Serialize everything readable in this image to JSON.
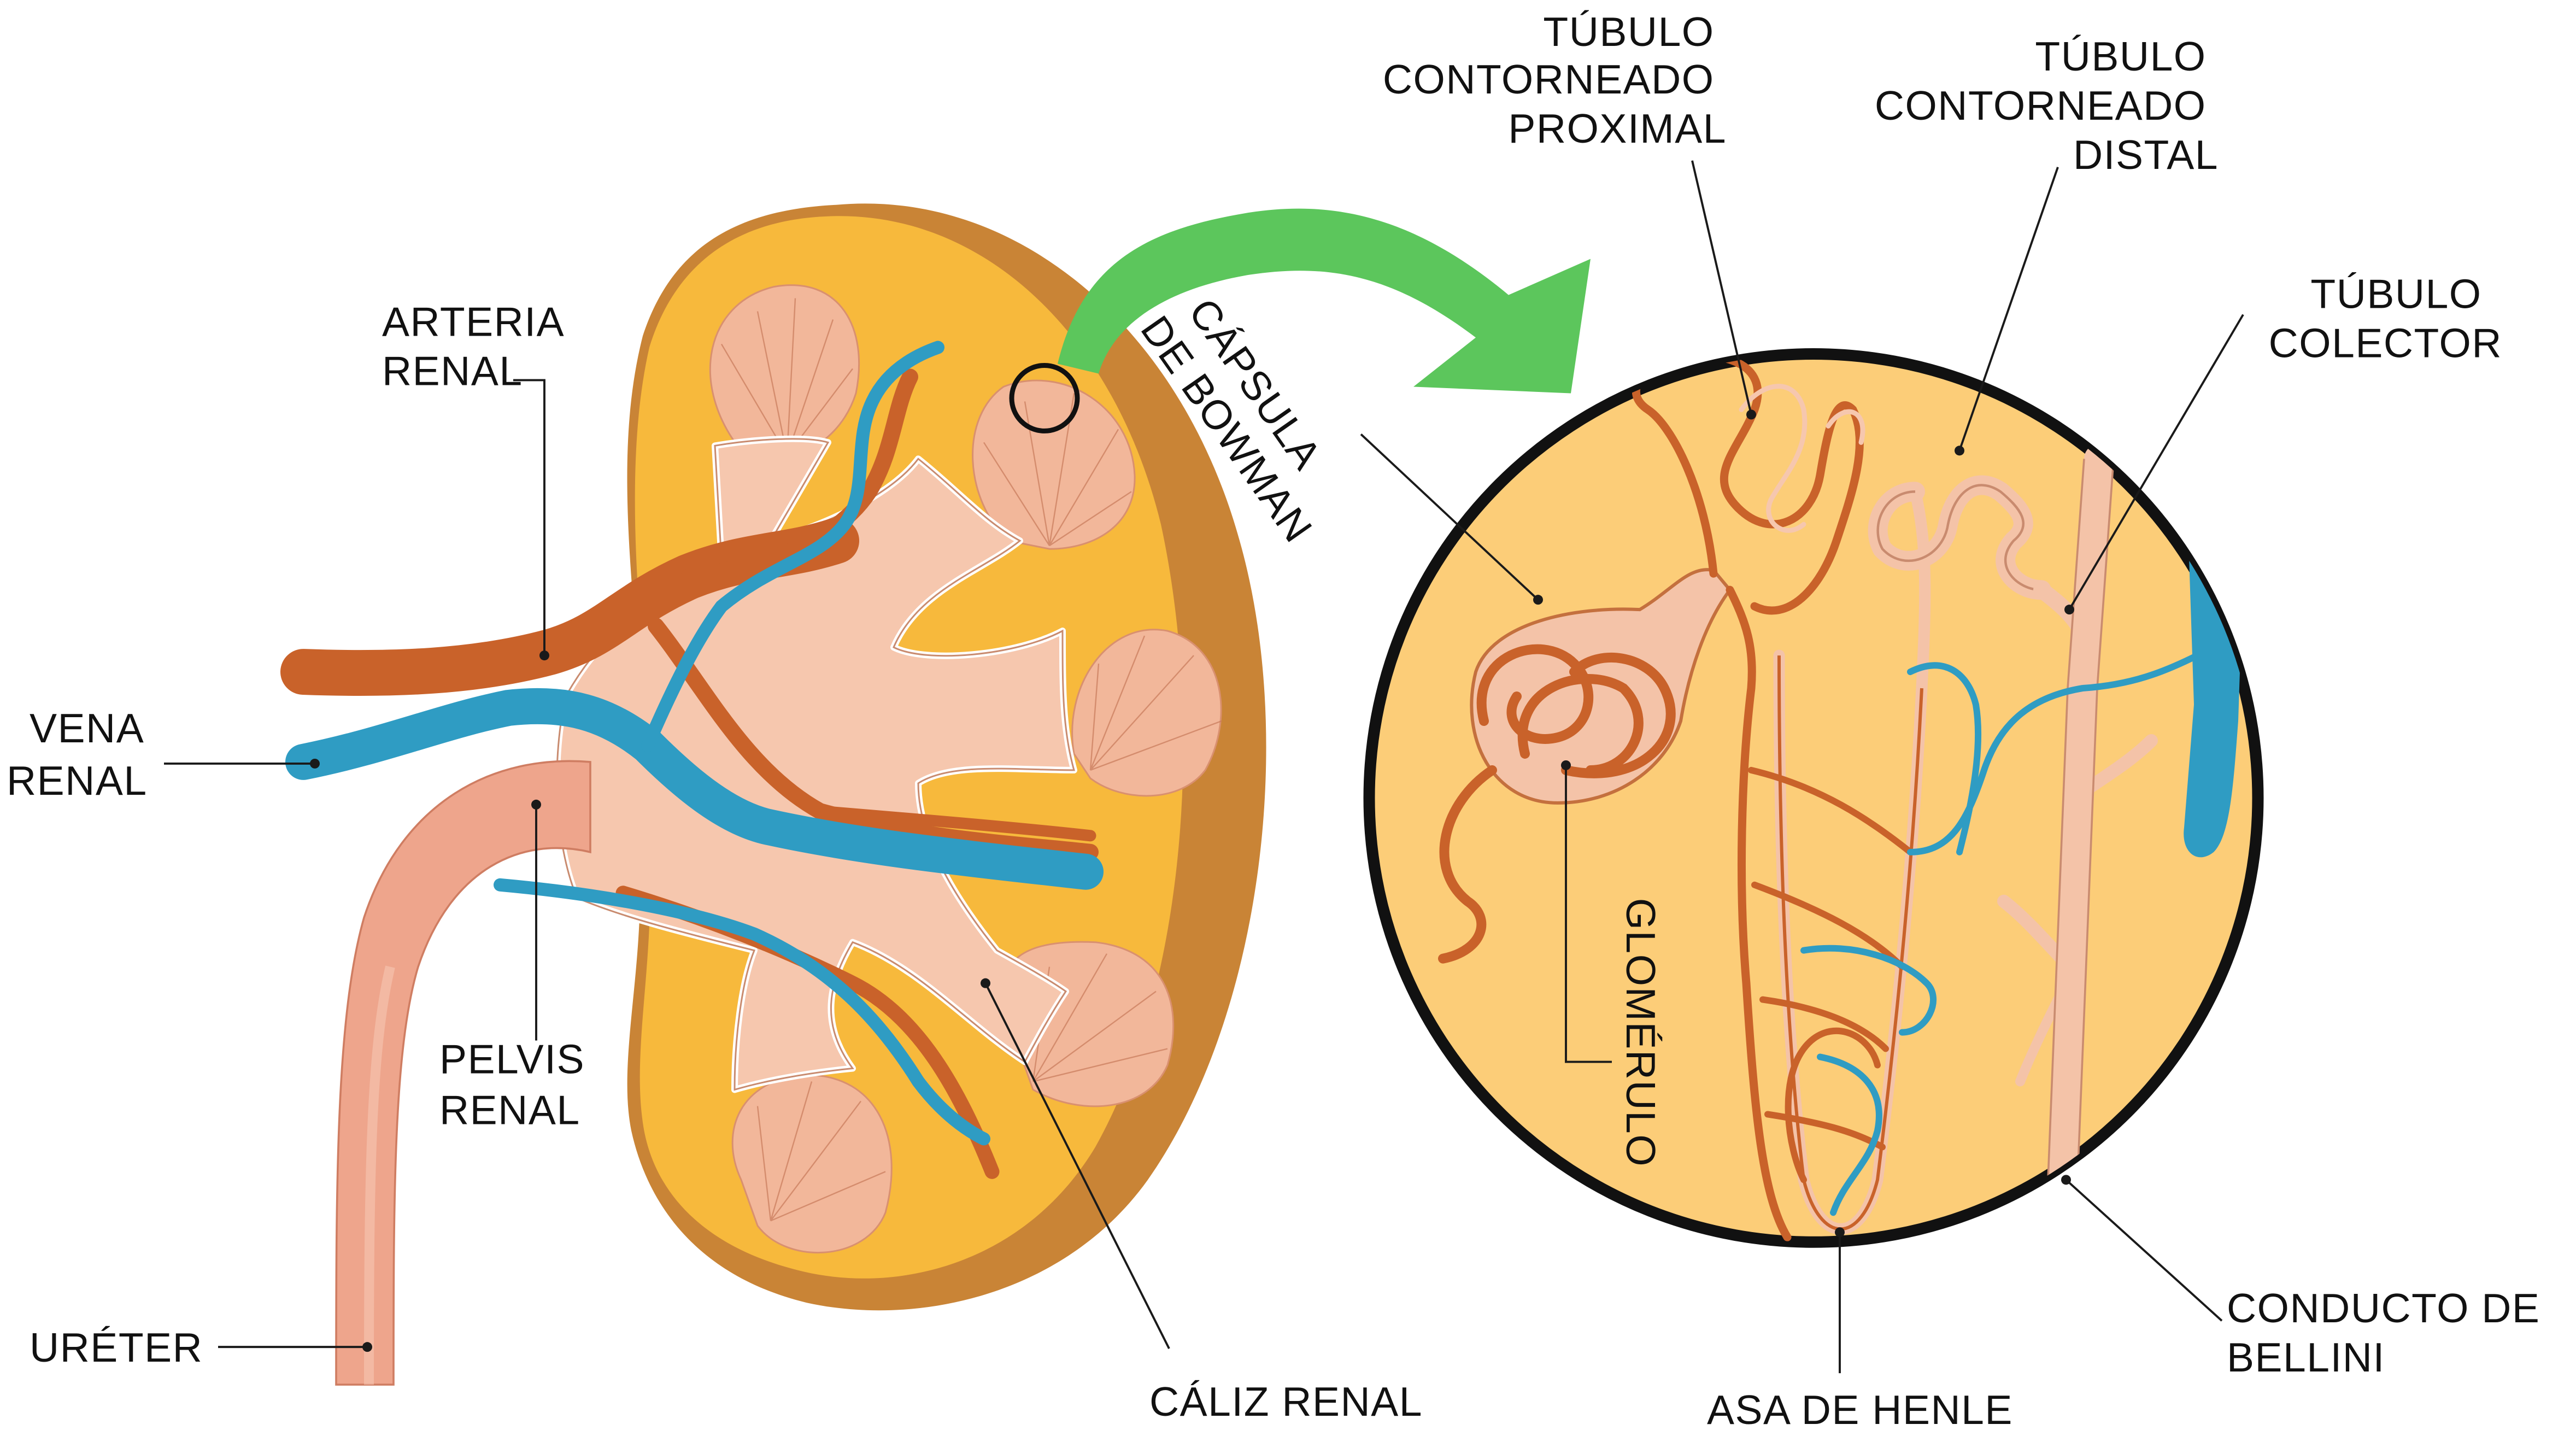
{
  "labels": {
    "arteria_renal": [
      "ARTERIA",
      "RENAL"
    ],
    "vena_renal": [
      "VENA",
      "RENAL"
    ],
    "pelvis_renal": [
      "PELVIS",
      "RENAL"
    ],
    "ureter": "URÉTER",
    "caliz_renal": "CÁLIZ RENAL",
    "capsula_bowman": [
      "CÁPSULA",
      "DE BOWMAN"
    ],
    "tubulo_proximal": [
      "TÚBULO",
      "CONTORNEADO",
      "PROXIMAL"
    ],
    "tubulo_distal": [
      "TÚBULO",
      "CONTORNEADO",
      "DISTAL"
    ],
    "tubulo_colector": [
      "TÚBULO",
      "COLECTOR"
    ],
    "glomerulo": "GLOMÉRULO",
    "asa_henle": "ASA DE HENLE",
    "conducto_bellini": [
      "CONDUCTO DE",
      "BELLINI"
    ]
  },
  "colors": {
    "cortex": "#f7b93c",
    "capsule_edge": "#c98436",
    "medulla_pyramid": "#f2b79a",
    "pelvis": "#f6c7ae",
    "artery": "#c9622a",
    "vein": "#2f9cc3",
    "ureter": "#eea58c",
    "zoom_fill": "#fccd78",
    "arrow": "#5cc65c"
  }
}
